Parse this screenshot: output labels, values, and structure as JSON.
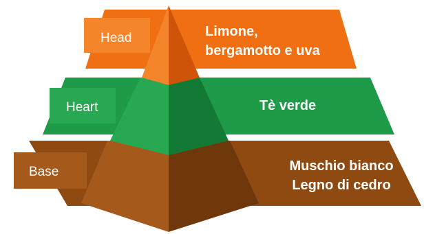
{
  "colors": {
    "head": "#ef6f12",
    "head_shade": "#cf540a",
    "head_light": "#f5852a",
    "heart": "#1e9a48",
    "heart_shade": "#137a36",
    "heart_light": "#28a853",
    "base": "#8f4a12",
    "base_shade": "#6e380c",
    "base_light": "#a55a1c"
  },
  "tiers": {
    "head": {
      "label": "Head",
      "notes": [
        "Limone,",
        "bergamotto e uva"
      ]
    },
    "heart": {
      "label": "Heart",
      "notes": [
        "Tè verde"
      ]
    },
    "base": {
      "label": "Base",
      "notes": [
        "Muschio bianco",
        "Legno di cedro"
      ]
    }
  }
}
